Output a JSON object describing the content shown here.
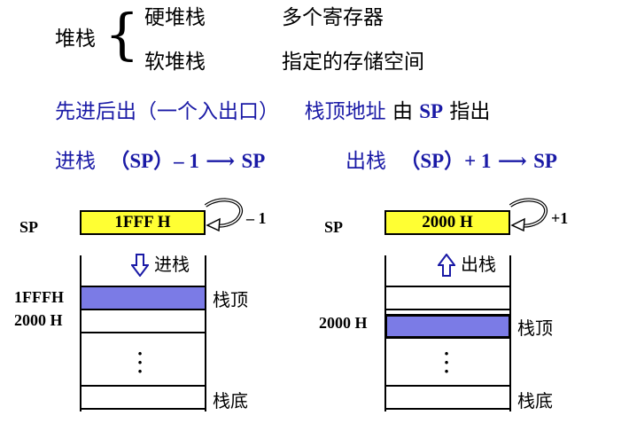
{
  "header": {
    "stack_label": "堆栈",
    "hard_stack": "硬堆栈",
    "hard_stack_desc": "多个寄存器",
    "soft_stack": "软堆栈",
    "soft_stack_desc": "指定的存储空间"
  },
  "lifo_line": {
    "lifo": "先进后出（一个入出口）",
    "top_addr": "栈顶地址",
    "by": "由",
    "sp": "SP",
    "points": "指出"
  },
  "formula_line": {
    "push_label": "进栈",
    "push_formula": "（SP）– 1",
    "push_target": "SP",
    "pop_label": "出栈",
    "pop_formula": "（SP）+ 1",
    "pop_target": "SP",
    "arrow": "⟶"
  },
  "push_diagram": {
    "sp_label": "SP",
    "sp_value": "1FFF H",
    "delta": "– 1",
    "direction_label": "进栈",
    "top_addr_label": "1FFFH",
    "prev_addr_label": "2000 H",
    "top_label": "栈顶",
    "bottom_label": "栈底"
  },
  "pop_diagram": {
    "sp_label": "SP",
    "sp_value": "2000 H",
    "delta": "+1",
    "direction_label": "出栈",
    "top_addr_label": "2000 H",
    "top_label": "栈顶",
    "bottom_label": "栈底"
  },
  "colors": {
    "register_fill": "#ffff33",
    "stack_top_fill": "#7b7be6",
    "emphasis_text": "#1a1aa6"
  },
  "icons": {
    "push_arrow": "down-outline-arrow-icon",
    "pop_arrow": "up-outline-arrow-icon",
    "decrement_loop": "curved-loop-arrow-icon",
    "ellipsis": "vertical-ellipsis-icon"
  }
}
